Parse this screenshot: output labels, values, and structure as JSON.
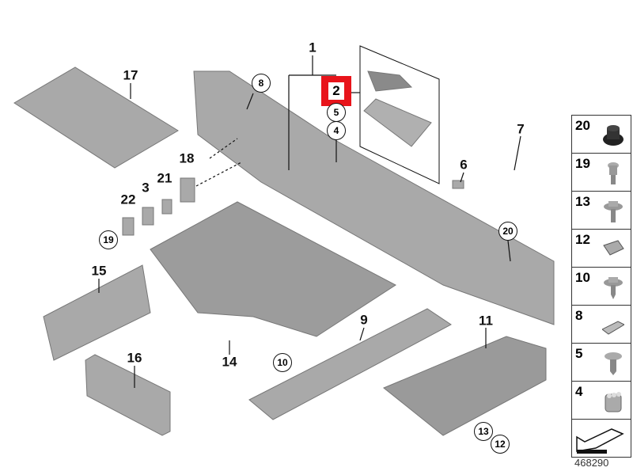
{
  "diagram": {
    "callouts": {
      "c1": "1",
      "c2": "2",
      "c5": "5",
      "c4": "4",
      "c8": "8",
      "c17": "17",
      "c18": "18",
      "c21": "21",
      "c3": "3",
      "c22": "22",
      "c19": "19",
      "c15": "15",
      "c16": "16",
      "c14": "14",
      "c6": "6",
      "c7": "7",
      "c20": "20",
      "c9": "9",
      "c10": "10",
      "c11": "11",
      "c13": "13",
      "c12": "12"
    },
    "highlight_color": "#e8141b",
    "part_color": "#a9a9a9"
  },
  "sidebar": {
    "items": [
      {
        "number": "20",
        "icon": "grommet-icon"
      },
      {
        "number": "19",
        "icon": "screw-icon"
      },
      {
        "number": "13",
        "icon": "hex-bolt-icon"
      },
      {
        "number": "12",
        "icon": "clip-nut-icon"
      },
      {
        "number": "10",
        "icon": "hex-screw-icon"
      },
      {
        "number": "8",
        "icon": "cover-plate-icon"
      },
      {
        "number": "5",
        "icon": "pan-screw-icon"
      },
      {
        "number": "4",
        "icon": "expansion-nut-icon"
      }
    ],
    "arrow_icon": "direction-arrow-icon"
  },
  "reference_number": "468290"
}
